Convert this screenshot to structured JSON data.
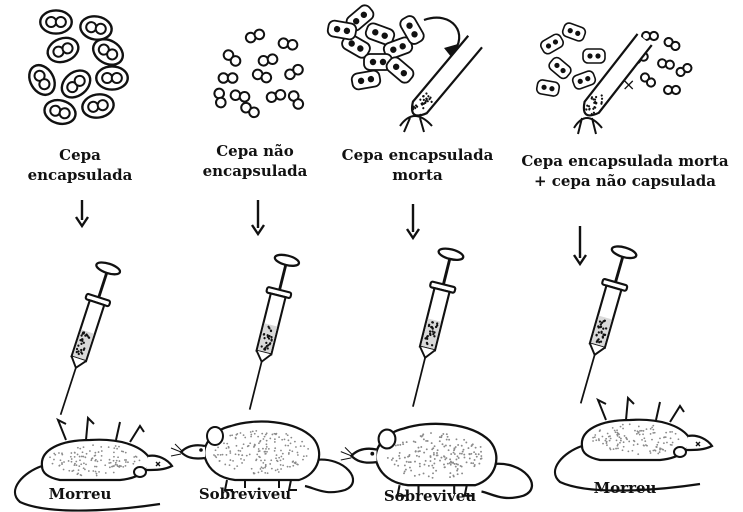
{
  "panels": [
    {
      "label_lines": [
        "Cepa",
        "encapsulada"
      ],
      "outcome": "Morreu",
      "mouse": "dead"
    },
    {
      "label_lines": [
        "Cepa não",
        "encapsulada"
      ],
      "outcome": "Sobreviveu",
      "mouse": "alive"
    },
    {
      "label_lines": [
        "Cepa encapsulada",
        "morta"
      ],
      "outcome": "Sobreviveu",
      "mouse": "alive"
    },
    {
      "label_lines": [
        "Cepa encapsulada morta",
        "+ cepa não capsulada"
      ],
      "outcome": "Morreu",
      "mouse": "dead"
    }
  ],
  "colors": {
    "ink": "#111111",
    "speckle": "#8a8a8a",
    "background": "#ffffff"
  },
  "icons": [
    "encapsulated-bacteria-icon",
    "non-encapsulated-bacteria-icon",
    "heat-killed-bacteria-icon",
    "mixed-bacteria-icon",
    "arrow-down-icon",
    "syringe-icon",
    "mouse-icon"
  ]
}
